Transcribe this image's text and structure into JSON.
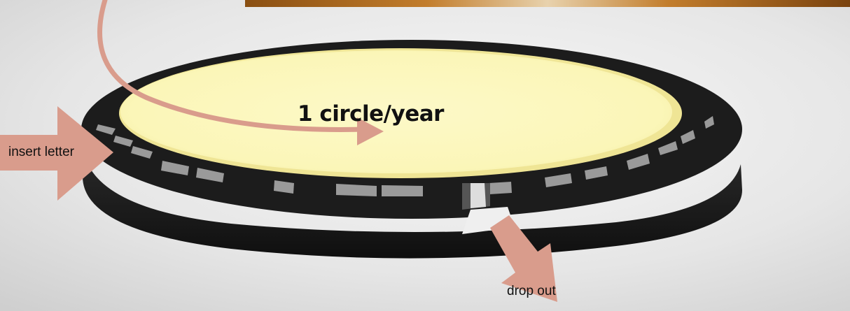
{
  "labels": {
    "rotation": "1 circle/year",
    "insert": "insert letter",
    "drop": "drop out"
  },
  "colors": {
    "tray_top": "#FCF8BE",
    "tray_rim": "#F3EB9C",
    "base": "#1A1A1A",
    "arrow": "#D99C8C",
    "floor": "#EDEDED",
    "strip_wood": "#B4701F"
  }
}
